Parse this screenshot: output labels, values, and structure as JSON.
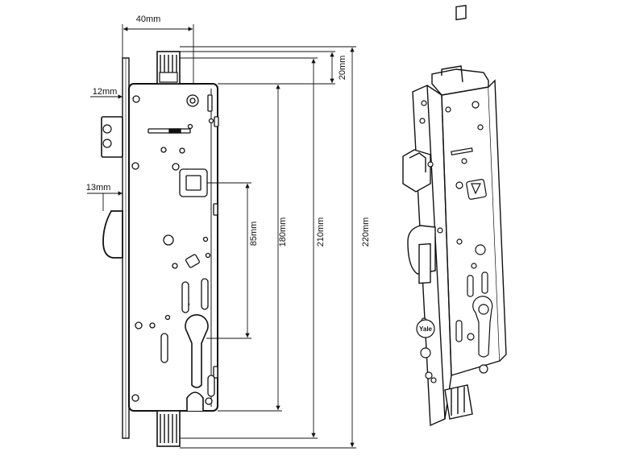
{
  "dimensions": {
    "width_top": "40mm",
    "hook_bolt_offset": "12mm",
    "latch_offset": "13mm",
    "backset_top": "20mm",
    "centre_spacing": "85mm",
    "case_height": "180mm",
    "faceplate_length_a": "210mm",
    "faceplate_length_b": "220mm"
  },
  "brand": {
    "logo_text": "Yale"
  }
}
